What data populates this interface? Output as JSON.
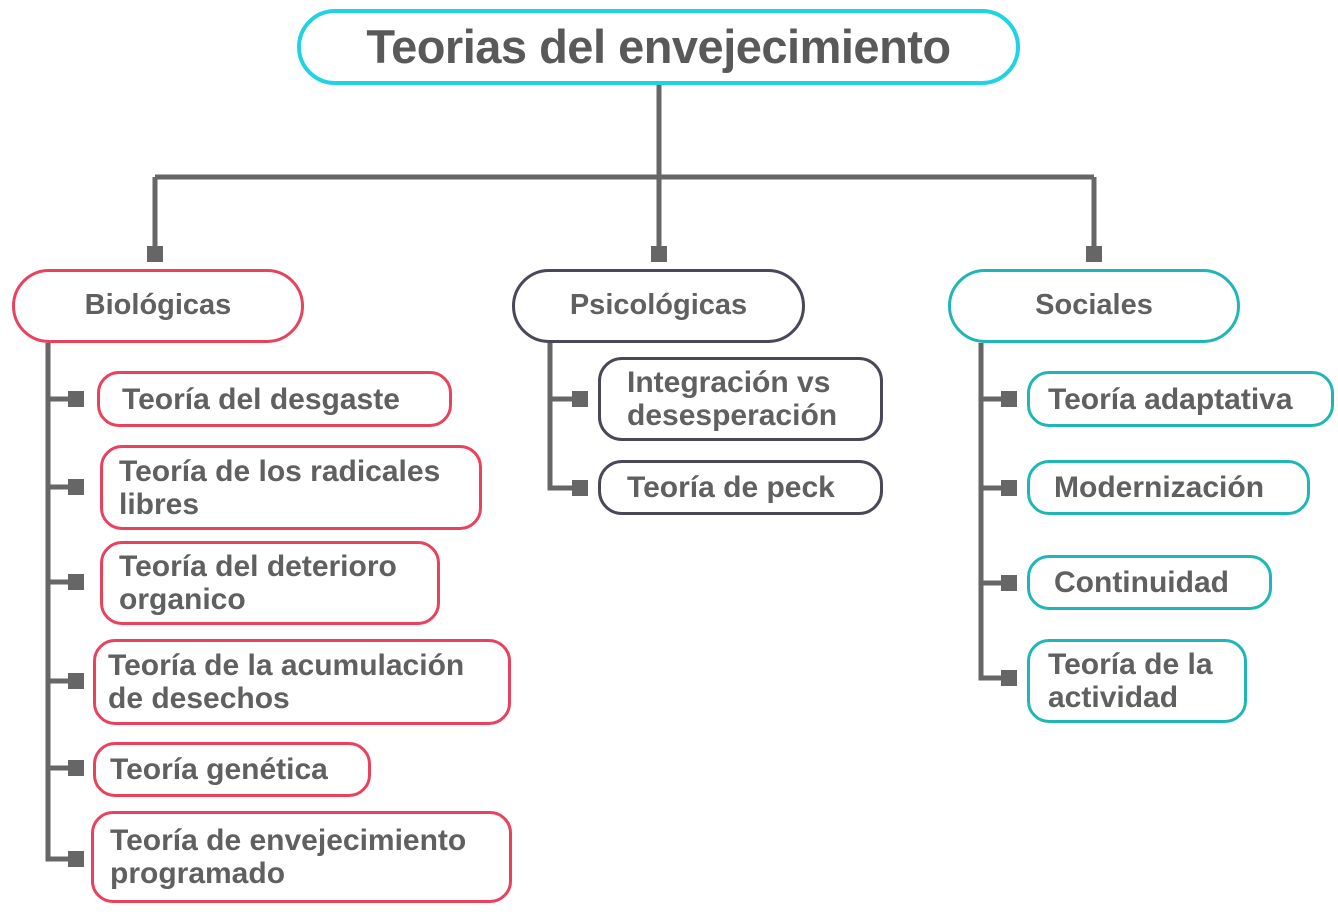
{
  "title": "Teorias del envejecimiento",
  "colors": {
    "title_border": "#1fd3e3",
    "biologicas": "#e8425e",
    "psicologicas": "#484858",
    "sociales": "#1fb6b8",
    "connector": "#666666",
    "text": "#606060"
  },
  "categories": [
    {
      "label": "Biológicas",
      "items": [
        "Teoría del desgaste",
        "Teoría de los radicales\n libres",
        "Teoría del deterioro\norganico",
        "Teoría de la acumulación\nde desechos",
        "Teoría genética",
        "Teoría de envejecimiento\nprogramado"
      ]
    },
    {
      "label": "Psicológicas",
      "items": [
        "Integración  vs\ndesesperación",
        "Teoría de peck"
      ]
    },
    {
      "label": "Sociales",
      "items": [
        "Teoría adaptativa",
        "Modernización",
        "Continuidad",
        "Teoría de la\nactividad"
      ]
    }
  ]
}
